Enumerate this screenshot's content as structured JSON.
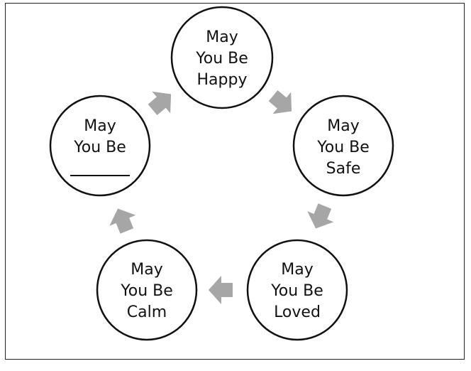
{
  "diagram": {
    "nodes": [
      {
        "id": "happy",
        "lines": [
          "May",
          "You Be",
          "Happy"
        ]
      },
      {
        "id": "safe",
        "lines": [
          "May",
          "You Be",
          "Safe"
        ]
      },
      {
        "id": "loved",
        "lines": [
          "May",
          "You Be",
          "Loved"
        ]
      },
      {
        "id": "calm",
        "lines": [
          "May",
          "You Be",
          "Calm"
        ]
      },
      {
        "id": "blank",
        "lines": [
          "May",
          "You Be"
        ],
        "blank_line": true
      }
    ],
    "arrow_color": "#a6a6a6",
    "flow": "clockwise"
  }
}
